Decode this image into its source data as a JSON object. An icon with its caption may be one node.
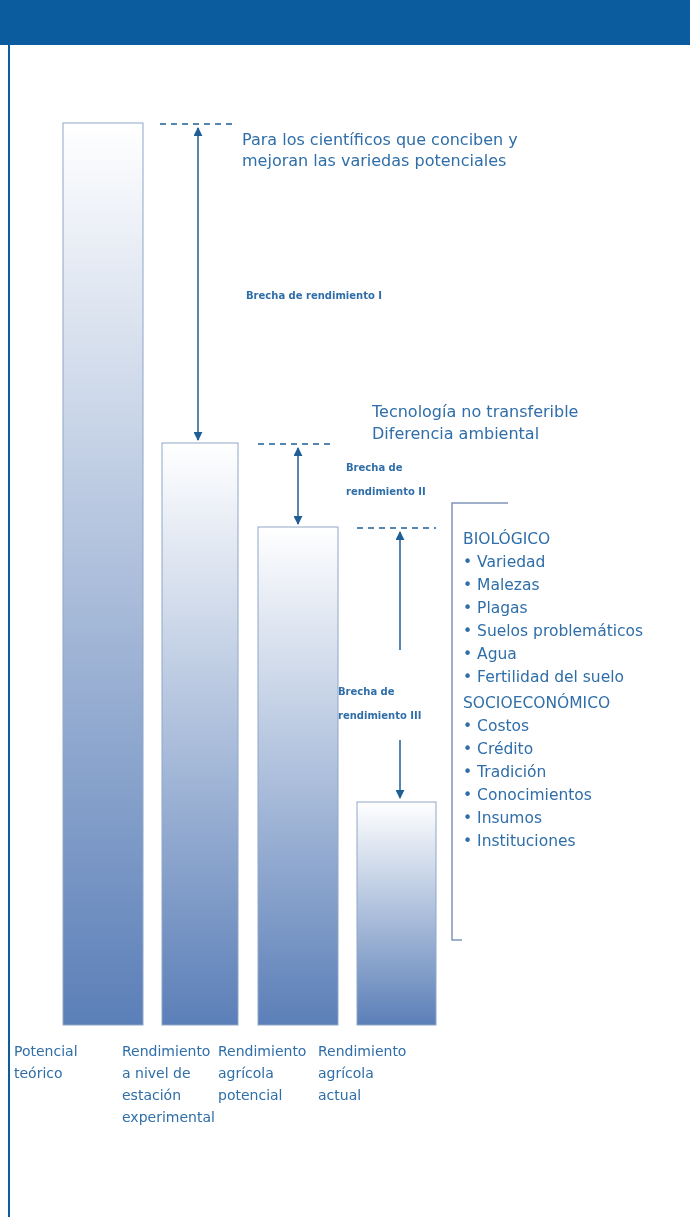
{
  "diagram": {
    "labels": [
      "Para los científicos que conciben y mejoran las variedas potenciales",
      "Brecha de rendimiento I",
      "Tecnología no transferible",
      "Diferencia ambiental",
      "Brecha de rendimiento II",
      "BIOLÓGICO",
      "• Variedad",
      "• Malezas",
      "• Plagas",
      "• Suelos problemáticos",
      "• Agua",
      "• Fertilidad del suelo",
      "Brecha de rendimiento III",
      "SOCIOECONÓMICO",
      "• Costos",
      "• Crédito",
      "• Tradición",
      "• Conocimientos",
      "• Insumos",
      "• Instituciones",
      "Potencial teórico",
      "Rendimiento a nivel de estación experimental",
      "Rendimiento agrícola potencial",
      "Rendimiento agrícola actual"
    ]
  }
}
